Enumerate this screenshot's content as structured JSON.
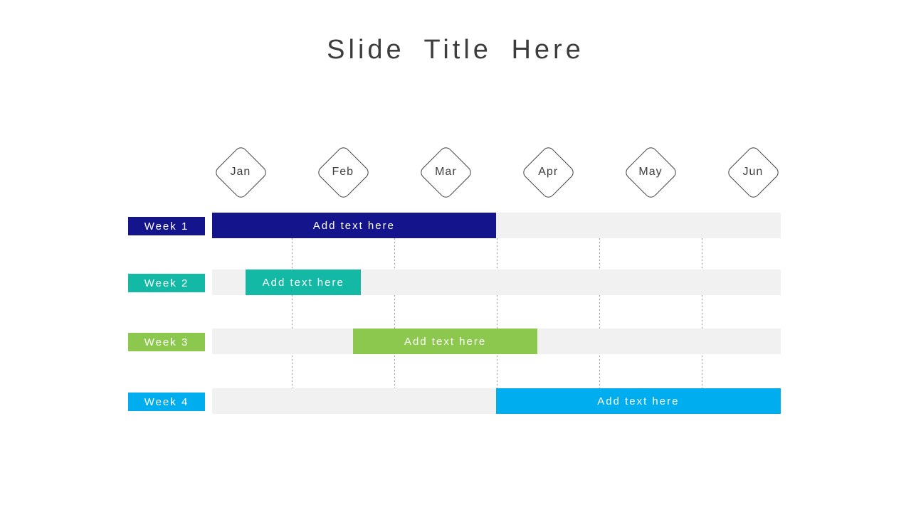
{
  "title": "Slide Title Here",
  "chart_data": {
    "type": "gantt",
    "title": "Slide Title Here",
    "x_axis": {
      "unit": "month",
      "labels": [
        "Jan",
        "Feb",
        "Mar",
        "Apr",
        "May",
        "Jun"
      ],
      "marker_shape": "rounded-diamond-outline",
      "marker_centers_pct": [
        5.0,
        23.0,
        41.1,
        59.1,
        77.1,
        95.1
      ]
    },
    "gridlines_pct": [
      14.0,
      32.0,
      50.1,
      68.1,
      86.1
    ],
    "gridline_style": "dashed",
    "track_color": "#f1f1f2",
    "legend": "none",
    "rows": [
      {
        "label": "Week 1",
        "bar_label": "Add text here",
        "color": "#14148c",
        "bar_left_pct": 0,
        "bar_width_pct": 49.9,
        "start_month": 0.0,
        "end_month": 3.0
      },
      {
        "label": "Week 2",
        "bar_label": "Add text here",
        "color": "#13b9a4",
        "bar_left_pct": 5.9,
        "bar_width_pct": 20.3,
        "start_month": 0.35,
        "end_month": 1.57
      },
      {
        "label": "Week 3",
        "bar_label": "Add text here",
        "color": "#8cc84e",
        "bar_left_pct": 24.8,
        "bar_width_pct": 32.4,
        "start_month": 1.49,
        "end_month": 3.43
      },
      {
        "label": "Week 4",
        "bar_label": "Add text here",
        "color": "#00aeef",
        "bar_left_pct": 49.9,
        "bar_width_pct": 50.1,
        "start_month": 3.0,
        "end_month": 6.0
      }
    ]
  }
}
